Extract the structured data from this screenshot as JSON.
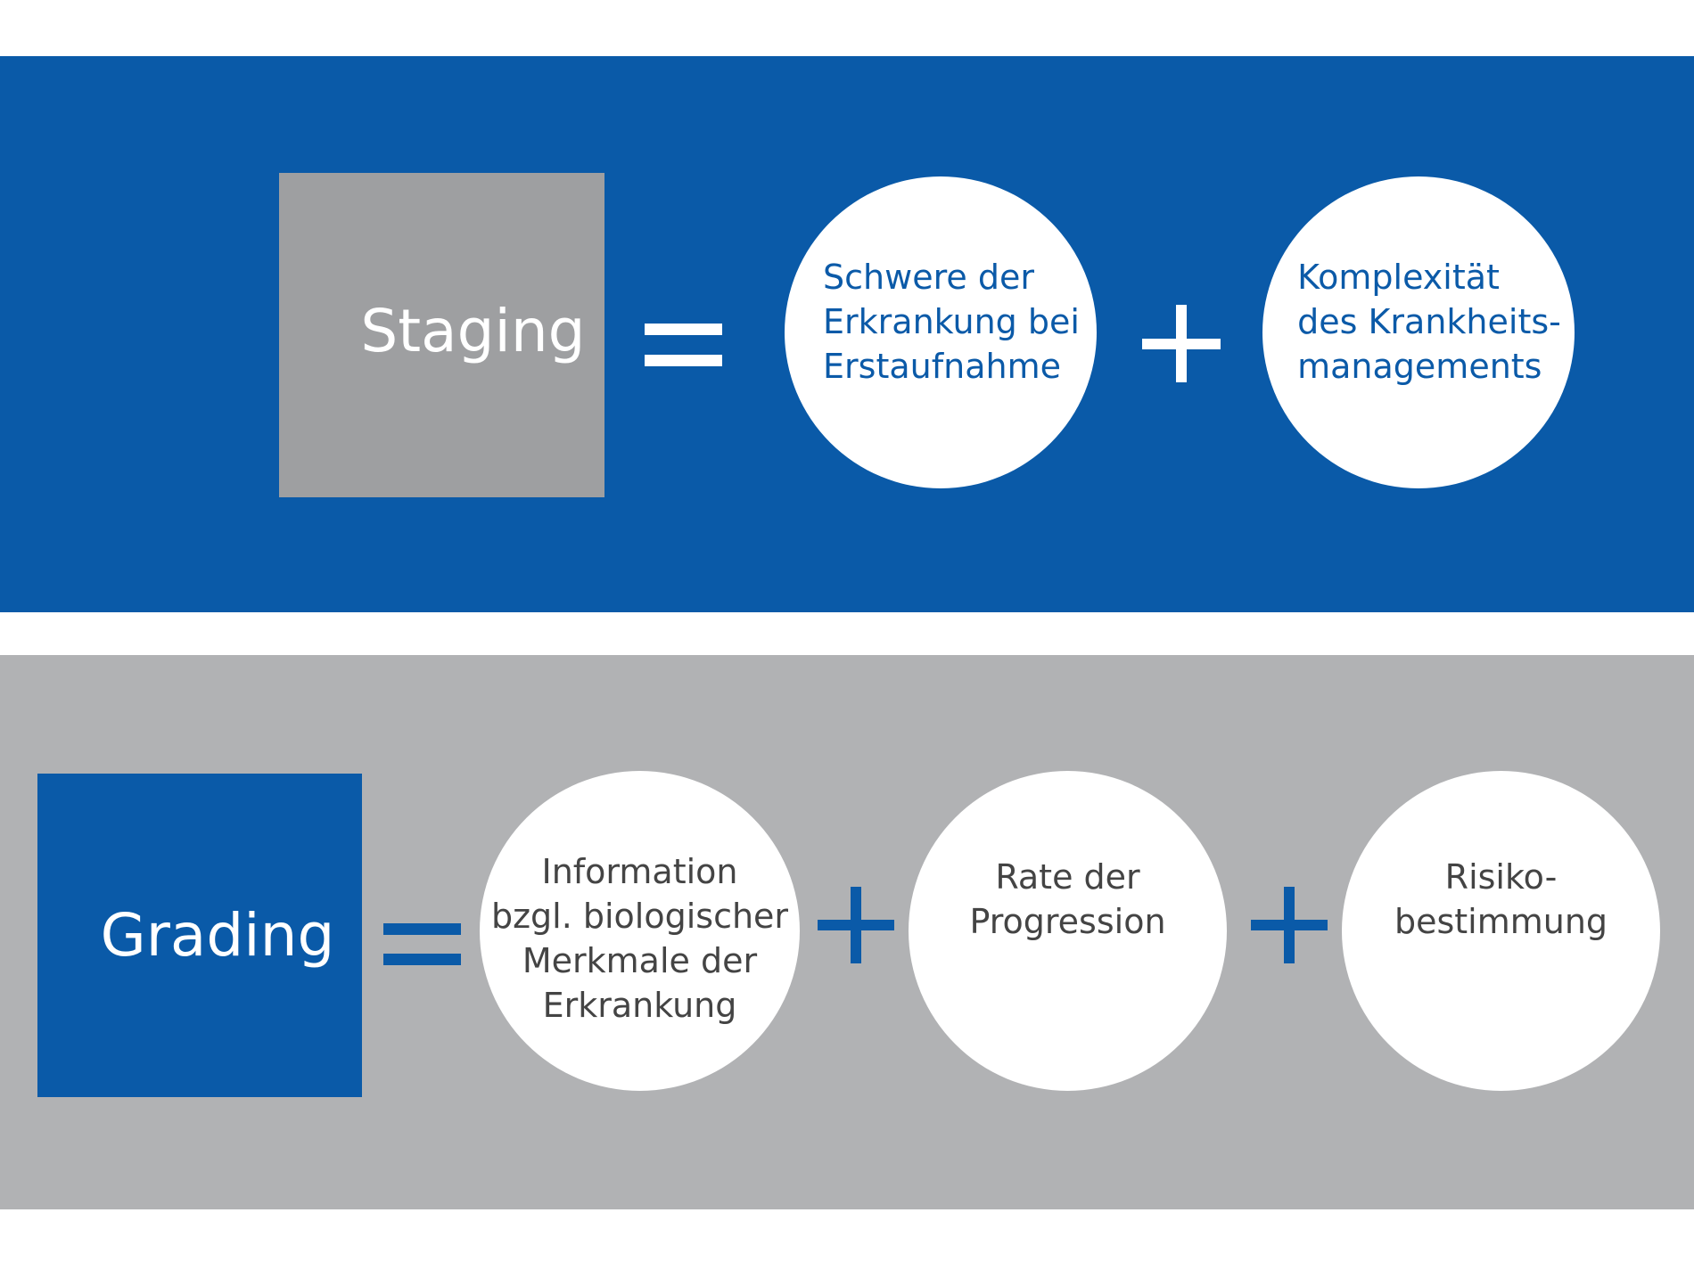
{
  "colors": {
    "staging_band": "#0a5aa8",
    "grading_band": "#b1b2b4",
    "staging_box": "#9e9fa1",
    "grading_box": "#0a5aa8",
    "blue_text": "#0b5aa8",
    "gray_text": "#444444"
  },
  "staging": {
    "label": "Staging",
    "operator_equals": "=",
    "terms": [
      {
        "text": "Schwere der\nErkrankung bei\nErstaufnahme"
      },
      {
        "text": "Komplexität\ndes Krankheits-\nmanagements"
      }
    ],
    "operator_plus": "+"
  },
  "grading": {
    "label": "Grading",
    "operator_equals": "=",
    "terms": [
      {
        "text": "Information\nbzgl. biologischer\nMerkmale der\nErkrankung"
      },
      {
        "text": "Rate der\nProgression"
      },
      {
        "text": "Risiko-\nbestimmung"
      }
    ],
    "operator_plus": "+"
  }
}
